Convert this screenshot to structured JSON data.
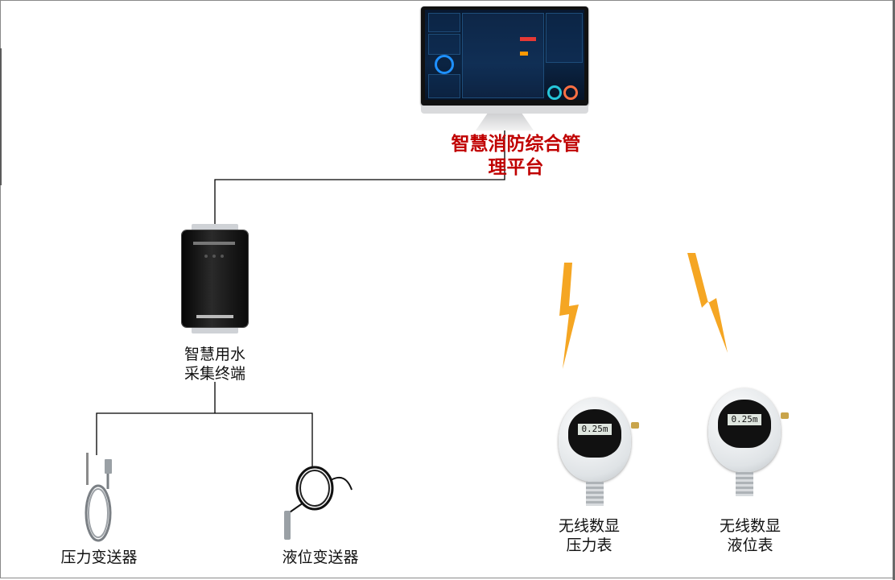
{
  "platform": {
    "title": "智慧消防综合管\n理平台"
  },
  "collector": {
    "label": "智慧用水\n采集终端"
  },
  "sensors": [
    {
      "id": "pressure-transmitter",
      "label": "压力变送器"
    },
    {
      "id": "level-transmitter",
      "label": "液位变送器"
    }
  ],
  "wireless_meters": [
    {
      "id": "wireless-pressure-gauge",
      "label": "无线数显\n压力表",
      "lcd": "0.25m"
    },
    {
      "id": "wireless-level-gauge",
      "label": "无线数显\n液位表",
      "lcd": "0.25m"
    }
  ],
  "colors": {
    "title_red": "#c00000",
    "wire": "#000000",
    "bolt": "#f5a623"
  }
}
